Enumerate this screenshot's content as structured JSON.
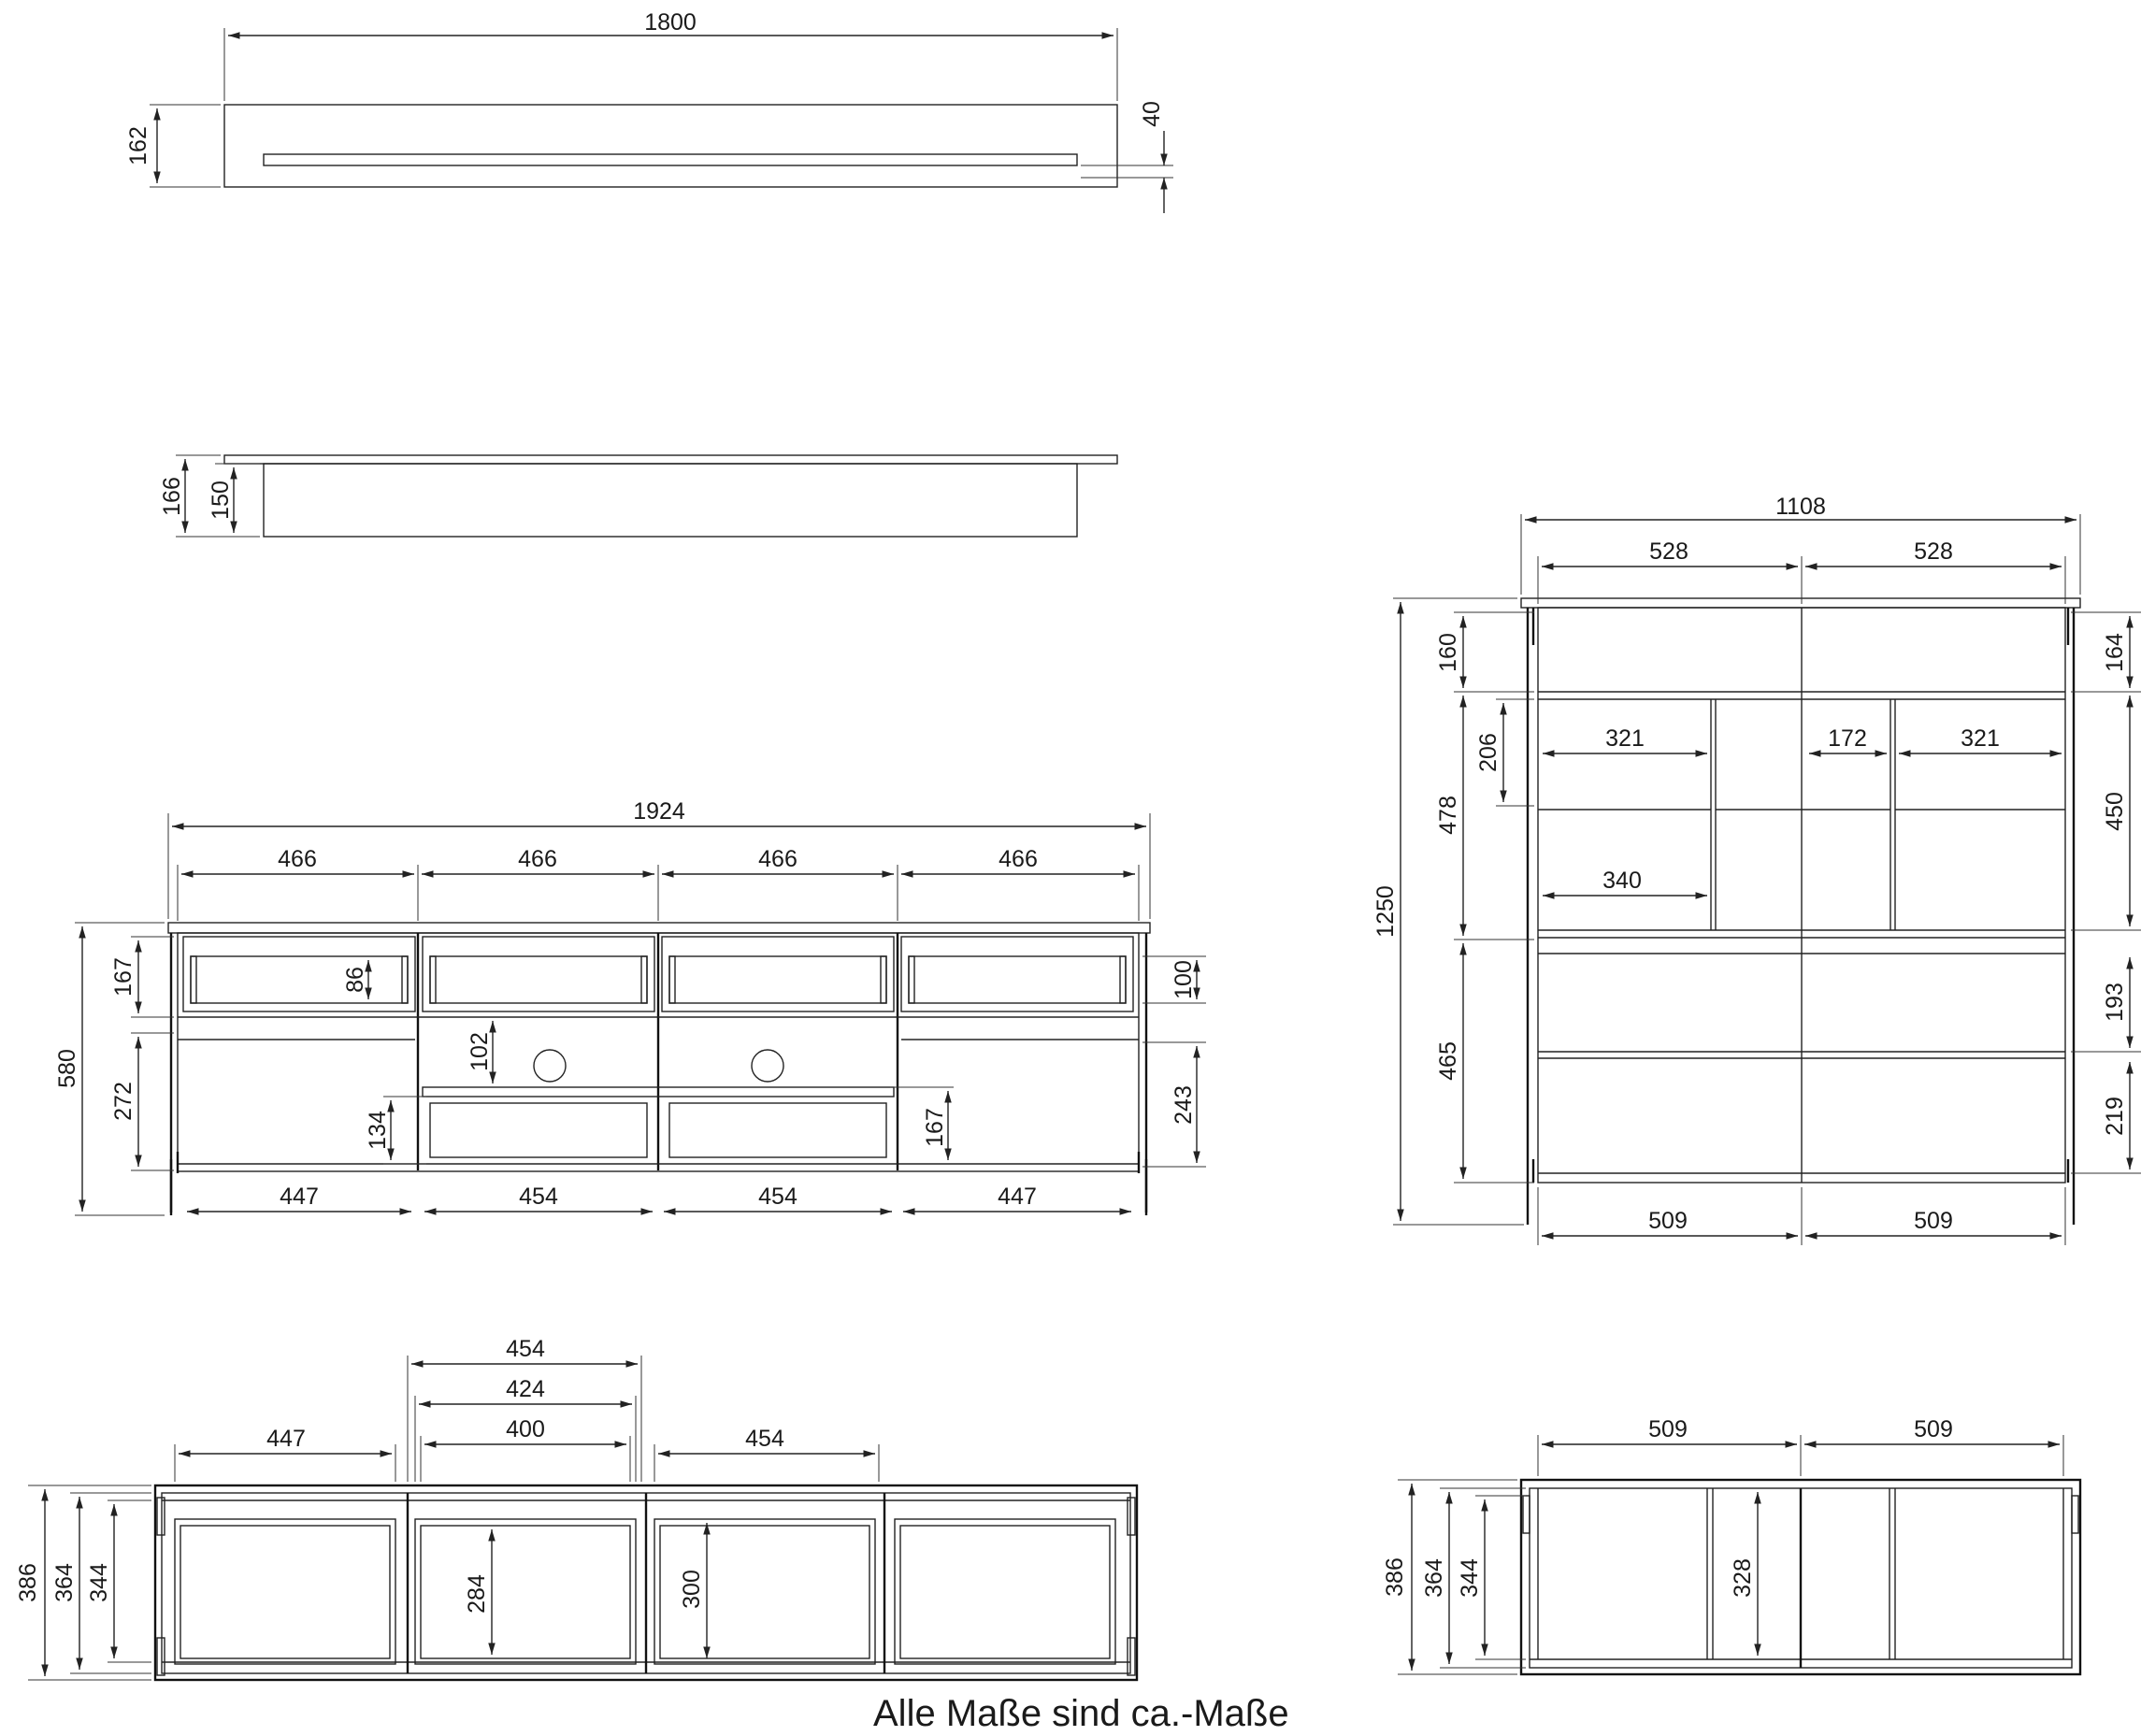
{
  "views": {
    "top_panel": {
      "w1800": "1800",
      "h162": "162",
      "h40": "40"
    },
    "shelf": {
      "h166": "166",
      "h150": "150"
    },
    "front": {
      "w1924": "1924",
      "w466": [
        "466",
        "466",
        "466",
        "466"
      ],
      "h580": "580",
      "h167": "167",
      "h272": "272",
      "h86": "86",
      "h102": "102",
      "h134": "134",
      "h167b": "167",
      "h100": "100",
      "h243": "243",
      "bottom": [
        "447",
        "454",
        "454",
        "447"
      ]
    },
    "shelf_front": {
      "w1108": "1108",
      "w528": [
        "528",
        "528"
      ],
      "h1250": "1250",
      "h160": "160",
      "h478": "478",
      "h206": "206",
      "h465": "465",
      "w321a": "321",
      "w172": "172",
      "w321b": "321",
      "w340": "340",
      "h164": "164",
      "h450": "450",
      "h193": "193",
      "h219": "219",
      "bottom": [
        "509",
        "509"
      ]
    },
    "low_front": {
      "w454": "454",
      "w424": "424",
      "w400": "400",
      "w447": "447",
      "w454b": "454",
      "h386": "386",
      "h364": "364",
      "h344": "344",
      "h284": "284",
      "h300": "300"
    },
    "small_front": {
      "w509": [
        "509",
        "509"
      ],
      "h386": "386",
      "h364": "364",
      "h344": "344",
      "h328": "328"
    }
  },
  "note": "Alle Maße sind ca.-Maße"
}
